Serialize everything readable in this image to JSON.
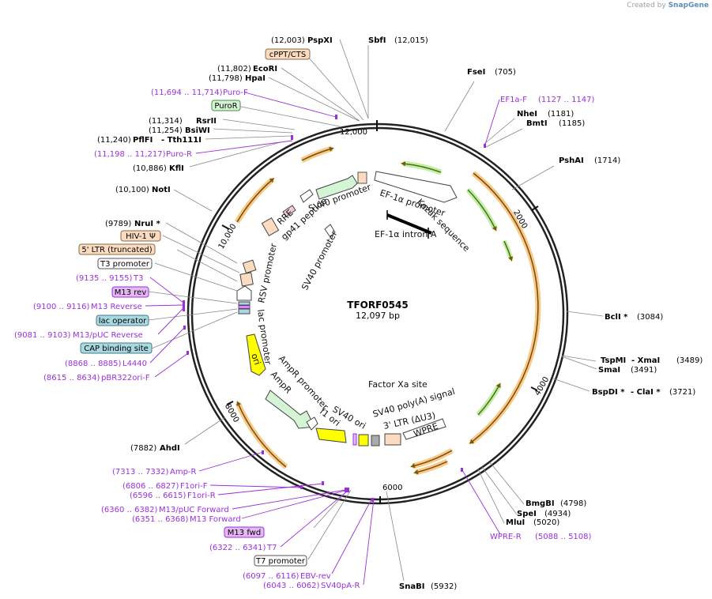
{
  "credit": {
    "prefix": "Created by",
    "brand": "SnapGene"
  },
  "plasmid": {
    "name": "TFORF0545",
    "length": "12,097 bp"
  },
  "ticks": [
    "2000",
    "4000",
    "6000",
    "8000",
    "10,000",
    "12,000"
  ],
  "features": {
    "ef1a_promoter": "EF-1α promoter",
    "ef1a_intron": "EF-1α intron A",
    "kozak": "Kozak sequence",
    "sv40_promoter_top": "SV40 promoter",
    "sv40_promoter_2": "SV40 promoter",
    "rre": "RRE",
    "gp41": "gp41 peptide",
    "rsv_promoter": "RSV promoter",
    "lac_promoter": "lac promoter",
    "ori": "ori",
    "ampr_promoter": "AmpR promoter",
    "ampr": "AmpR",
    "f1_ori": "f1 ori",
    "sv40_ori": "SV40 ori",
    "factor_xa": "Factor Xa site",
    "sv40_polya": "SV40 poly(A) signal",
    "ltr3": "3' LTR (ΔU3)",
    "wpre": "WPRE"
  },
  "labels": {
    "pspxi": {
      "pos": "(12,003)",
      "name": "PspXI"
    },
    "sbfi": {
      "name": "SbfI",
      "pos": "(12,015)"
    },
    "cppt": "cPPT/CTS",
    "ecori": {
      "pos": "(11,802)",
      "name": "EcoRI"
    },
    "hpai": {
      "pos": "(11,798)",
      "name": "HpaI"
    },
    "purof": {
      "pos": "(11,694 .. 11,714)",
      "name": "Puro-F"
    },
    "puror_feat": "PuroR",
    "rsrii": {
      "pos": "(11,314)",
      "name": "RsrII"
    },
    "bsiwi": {
      "pos": "(11,254)",
      "name": "BsiWI"
    },
    "pflfi": {
      "pos": "(11,240)",
      "name": "PflFI",
      "name2": "- Tth111I"
    },
    "puror_primer": {
      "pos": "(11,198 .. 11,217)",
      "name": "Puro-R"
    },
    "kfli": {
      "pos": "(10,886)",
      "name": "KflI"
    },
    "noti": {
      "pos": "(10,100)",
      "name": "NotI"
    },
    "nrui": {
      "pos": "(9789)",
      "name": "NruI *"
    },
    "hiv": "HIV-1 Ψ",
    "ltr5": "5' LTR (truncated)",
    "t3prom": "T3 promoter",
    "t3": {
      "pos": "(9135 .. 9155)",
      "name": "T3"
    },
    "m13rev": "M13 rev",
    "m13reverse": {
      "pos": "(9100 .. 9116)",
      "name": "M13 Reverse"
    },
    "lacop": "lac operator",
    "m13pucrev": {
      "pos": "(9081 .. 9103)",
      "name": "M13/pUC Reverse"
    },
    "cap": "CAP binding site",
    "l4440": {
      "pos": "(8868 .. 8885)",
      "name": "L4440"
    },
    "pbr322": {
      "pos": "(8615 .. 8634)",
      "name": "pBR322ori-F"
    },
    "ahdi": {
      "name": "AhdI",
      "pos": "(7882)"
    },
    "ampr_primer": {
      "pos": "(7313 .. 7332)",
      "name": "Amp-R"
    },
    "f1orif": {
      "pos": "(6806 .. 6827)",
      "name": "F1ori-F"
    },
    "f1orir": {
      "pos": "(6596 .. 6615)",
      "name": "F1ori-R"
    },
    "m13pucfwd": {
      "pos": "(6360 .. 6382)",
      "name": "M13/pUC Forward"
    },
    "m13forward": {
      "pos": "(6351 .. 6368)",
      "name": "M13 Forward"
    },
    "m13fwd": "M13 fwd",
    "t7": {
      "pos": "(6322 .. 6341)",
      "name": "T7"
    },
    "t7prom": "T7 promoter",
    "ebvrev": {
      "pos": "(6097 .. 6116)",
      "name": "EBV-rev"
    },
    "sv40par": {
      "pos": "(6043 .. 6062)",
      "name": "SV40pA-R"
    },
    "snabi": {
      "name": "SnaBI",
      "pos": "(5932)"
    },
    "fsei": {
      "name": "FseI",
      "pos": "(705)"
    },
    "ef1af": {
      "name": "EF1a-F",
      "pos": "(1127 .. 1147)"
    },
    "nhei": {
      "name": "NheI",
      "pos": "(1181)"
    },
    "bmti": {
      "name": "BmtI",
      "pos": "(1185)"
    },
    "pshai": {
      "name": "PshAI",
      "pos": "(1714)"
    },
    "bcli": {
      "name": "BclI *",
      "pos": "(3084)"
    },
    "tspmi": {
      "name": "TspMI",
      "name2": "- XmaI",
      "pos": "(3489)"
    },
    "smai": {
      "name": "SmaI",
      "pos": "(3491)"
    },
    "bspdi": {
      "name": "BspDI *",
      "name2": "- ClaI *",
      "pos": "(3721)"
    },
    "bmgbi": {
      "name": "BmgBI",
      "pos": "(4798)"
    },
    "spei": {
      "name": "SpeI",
      "pos": "(4934)"
    },
    "mlui": {
      "name": "MluI",
      "pos": "(5020)"
    },
    "wprer": {
      "name": "WPRE-R",
      "pos": "(5088 .. 5108)"
    }
  },
  "colors": {
    "primer": "#9b30d9",
    "orf": "#e6a23c",
    "green_feature": "#7bc043",
    "promoter_fill": "#d4f5d4",
    "ori_fill": "#ffff00",
    "ltr_fill": "#fbdcc0",
    "primer_fill": "#e5b8f5",
    "lacop_fill": "#a8d8e0"
  }
}
